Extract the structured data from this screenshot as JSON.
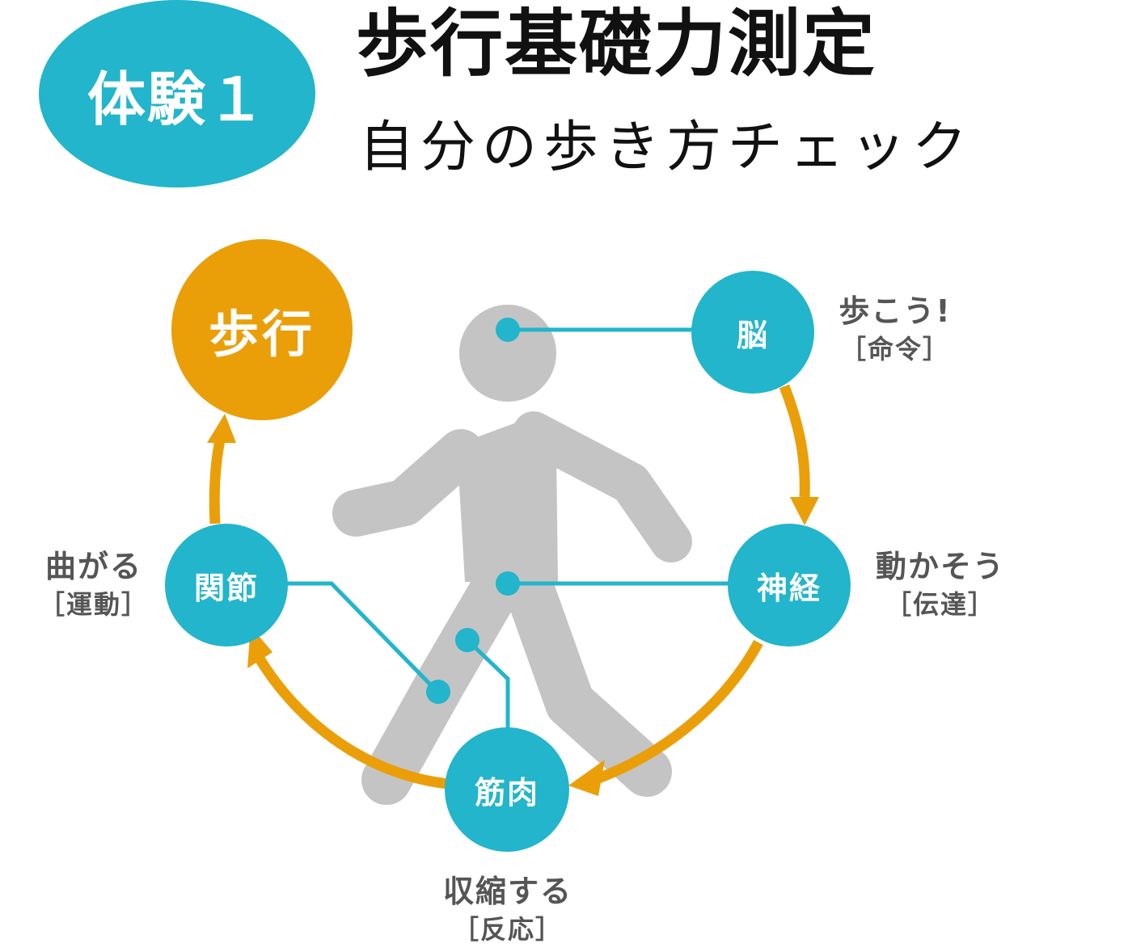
{
  "header": {
    "badge": "体験１",
    "title": "歩行基礎力測定",
    "subtitle": "自分の歩き方チェック"
  },
  "colors": {
    "teal": "#22b5cb",
    "orange": "#ea9f09",
    "figure_gray": "#c4c4c4",
    "text_dark": "#111111",
    "text_gray": "#555555"
  },
  "diagram": {
    "walking": "歩行",
    "nodes": [
      {
        "id": "brain",
        "label": "脳",
        "caption": "歩こう!",
        "sub": "［命令］"
      },
      {
        "id": "nerve",
        "label": "神経",
        "caption": "動かそう",
        "sub": "［伝達］"
      },
      {
        "id": "muscle",
        "label": "筋肉",
        "caption": "収縮する",
        "sub": "［反応］"
      },
      {
        "id": "joint",
        "label": "関節",
        "caption": "曲がる",
        "sub": "［運動］"
      }
    ]
  }
}
